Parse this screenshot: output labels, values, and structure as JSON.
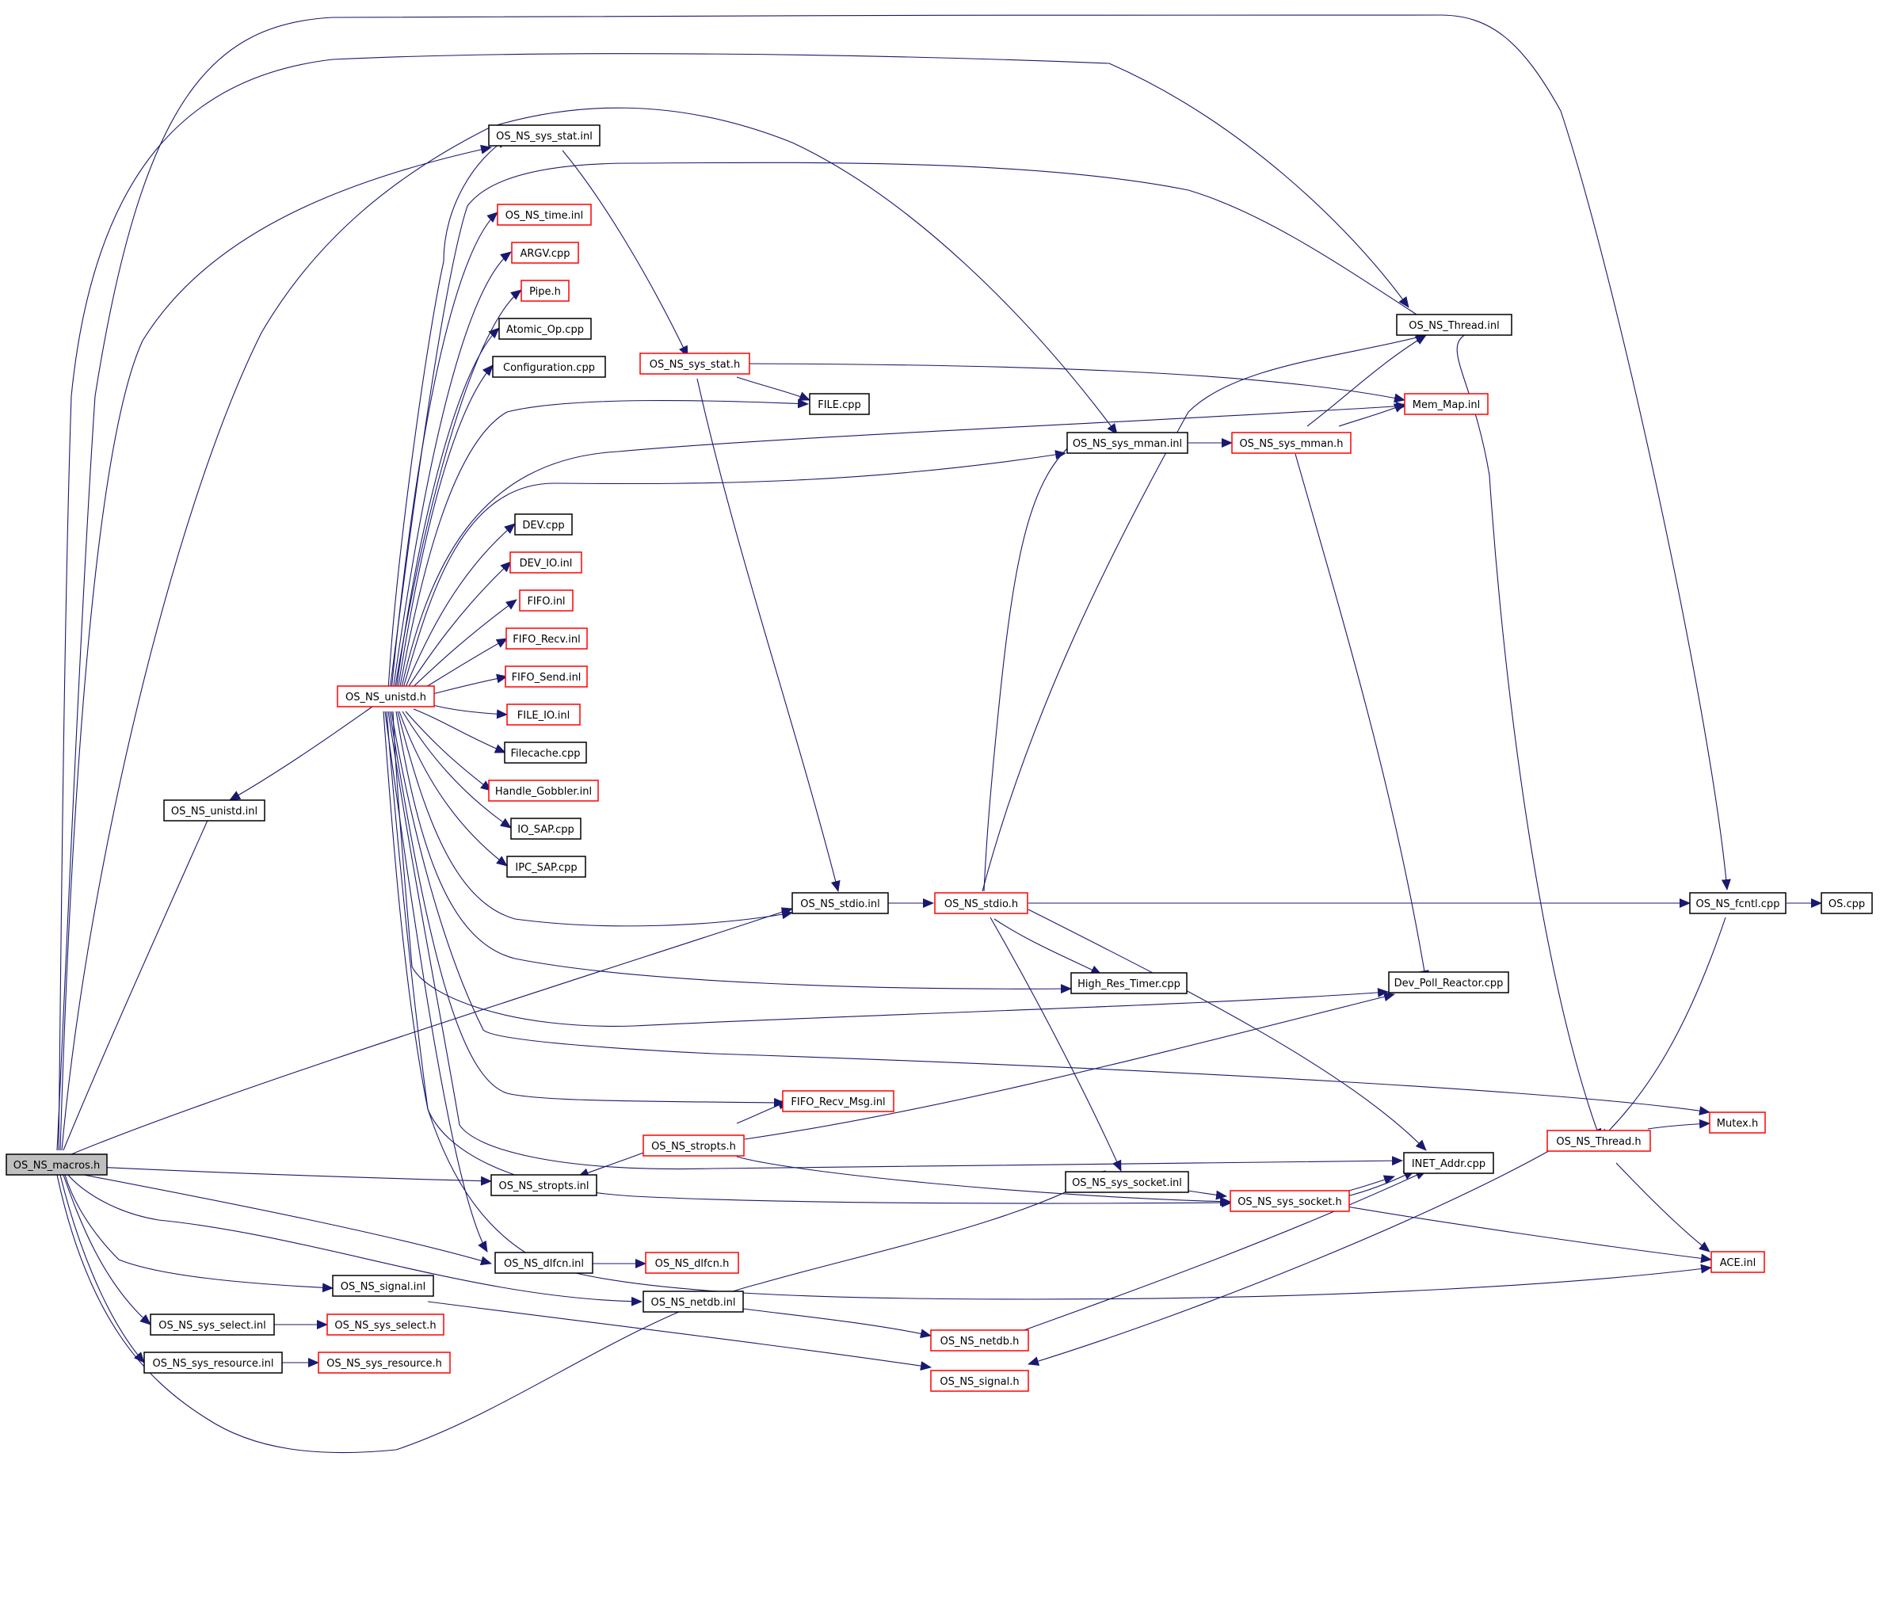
{
  "colors": {
    "edge": "#191970",
    "arrow": "#191970",
    "node_border_default": "#000000",
    "node_border_truncated": "#ff0000",
    "root_fill": "#bfbfbf",
    "node_fill": "#ffffff"
  },
  "nodes": [
    {
      "id": "OS_NS_macros_h",
      "label": "OS_NS_macros.h",
      "style": "root"
    },
    {
      "id": "OS_NS_sys_stat_inl",
      "label": "OS_NS_sys_stat.inl",
      "style": "normal"
    },
    {
      "id": "OS_NS_time_inl",
      "label": "OS_NS_time.inl",
      "style": "truncated"
    },
    {
      "id": "ARGV_cpp",
      "label": "ARGV.cpp",
      "style": "truncated"
    },
    {
      "id": "Pipe_h",
      "label": "Pipe.h",
      "style": "truncated"
    },
    {
      "id": "Atomic_Op_cpp",
      "label": "Atomic_Op.cpp",
      "style": "normal"
    },
    {
      "id": "Configuration_cpp",
      "label": "Configuration.cpp",
      "style": "normal"
    },
    {
      "id": "OS_NS_sys_stat_h",
      "label": "OS_NS_sys_stat.h",
      "style": "truncated"
    },
    {
      "id": "FILE_cpp",
      "label": "FILE.cpp",
      "style": "normal"
    },
    {
      "id": "OS_NS_Thread_inl",
      "label": "OS_NS_Thread.inl",
      "style": "normal"
    },
    {
      "id": "Mem_Map_inl",
      "label": "Mem_Map.inl",
      "style": "truncated"
    },
    {
      "id": "OS_NS_sys_mman_inl",
      "label": "OS_NS_sys_mman.inl",
      "style": "normal"
    },
    {
      "id": "OS_NS_sys_mman_h",
      "label": "OS_NS_sys_mman.h",
      "style": "truncated"
    },
    {
      "id": "DEV_cpp",
      "label": "DEV.cpp",
      "style": "normal"
    },
    {
      "id": "DEV_IO_inl",
      "label": "DEV_IO.inl",
      "style": "truncated"
    },
    {
      "id": "FIFO_inl",
      "label": "FIFO.inl",
      "style": "truncated"
    },
    {
      "id": "FIFO_Recv_inl",
      "label": "FIFO_Recv.inl",
      "style": "truncated"
    },
    {
      "id": "FIFO_Send_inl",
      "label": "FIFO_Send.inl",
      "style": "truncated"
    },
    {
      "id": "OS_NS_unistd_h",
      "label": "OS_NS_unistd.h",
      "style": "truncated"
    },
    {
      "id": "FILE_IO_inl",
      "label": "FILE_IO.inl",
      "style": "truncated"
    },
    {
      "id": "Filecache_cpp",
      "label": "Filecache.cpp",
      "style": "normal"
    },
    {
      "id": "Handle_Gobbler_inl",
      "label": "Handle_Gobbler.inl",
      "style": "truncated"
    },
    {
      "id": "IO_SAP_cpp",
      "label": "IO_SAP.cpp",
      "style": "normal"
    },
    {
      "id": "IPC_SAP_cpp",
      "label": "IPC_SAP.cpp",
      "style": "normal"
    },
    {
      "id": "OS_NS_unistd_inl",
      "label": "OS_NS_unistd.inl",
      "style": "normal"
    },
    {
      "id": "OS_NS_stdio_inl",
      "label": "OS_NS_stdio.inl",
      "style": "normal"
    },
    {
      "id": "OS_NS_stdio_h",
      "label": "OS_NS_stdio.h",
      "style": "truncated"
    },
    {
      "id": "OS_NS_fcntl_cpp",
      "label": "OS_NS_fcntl.cpp",
      "style": "normal"
    },
    {
      "id": "OS_cpp",
      "label": "OS.cpp",
      "style": "normal"
    },
    {
      "id": "High_Res_Timer_cpp",
      "label": "High_Res_Timer.cpp",
      "style": "normal"
    },
    {
      "id": "Dev_Poll_Reactor_cpp",
      "label": "Dev_Poll_Reactor.cpp",
      "style": "normal"
    },
    {
      "id": "FIFO_Recv_Msg_inl",
      "label": "FIFO_Recv_Msg.inl",
      "style": "truncated"
    },
    {
      "id": "Mutex_h",
      "label": "Mutex.h",
      "style": "truncated"
    },
    {
      "id": "OS_NS_stropts_h",
      "label": "OS_NS_stropts.h",
      "style": "truncated"
    },
    {
      "id": "OS_NS_Thread_h",
      "label": "OS_NS_Thread.h",
      "style": "truncated"
    },
    {
      "id": "INET_Addr_cpp",
      "label": "INET_Addr.cpp",
      "style": "normal"
    },
    {
      "id": "OS_NS_stropts_inl",
      "label": "OS_NS_stropts.inl",
      "style": "normal"
    },
    {
      "id": "OS_NS_sys_socket_inl",
      "label": "OS_NS_sys_socket.inl",
      "style": "normal"
    },
    {
      "id": "OS_NS_sys_socket_h",
      "label": "OS_NS_sys_socket.h",
      "style": "truncated"
    },
    {
      "id": "OS_NS_dlfcn_inl",
      "label": "OS_NS_dlfcn.inl",
      "style": "normal"
    },
    {
      "id": "OS_NS_dlfcn_h",
      "label": "OS_NS_dlfcn.h",
      "style": "truncated"
    },
    {
      "id": "ACE_inl",
      "label": "ACE.inl",
      "style": "truncated"
    },
    {
      "id": "OS_NS_signal_inl",
      "label": "OS_NS_signal.inl",
      "style": "normal"
    },
    {
      "id": "OS_NS_netdb_inl",
      "label": "OS_NS_netdb.inl",
      "style": "normal"
    },
    {
      "id": "OS_NS_sys_select_inl",
      "label": "OS_NS_sys_select.inl",
      "style": "normal"
    },
    {
      "id": "OS_NS_sys_select_h",
      "label": "OS_NS_sys_select.h",
      "style": "truncated"
    },
    {
      "id": "OS_NS_netdb_h",
      "label": "OS_NS_netdb.h",
      "style": "truncated"
    },
    {
      "id": "OS_NS_sys_resource_inl",
      "label": "OS_NS_sys_resource.inl",
      "style": "normal"
    },
    {
      "id": "OS_NS_sys_resource_h",
      "label": "OS_NS_sys_resource.h",
      "style": "truncated"
    },
    {
      "id": "OS_NS_signal_h",
      "label": "OS_NS_signal.h",
      "style": "truncated"
    }
  ]
}
